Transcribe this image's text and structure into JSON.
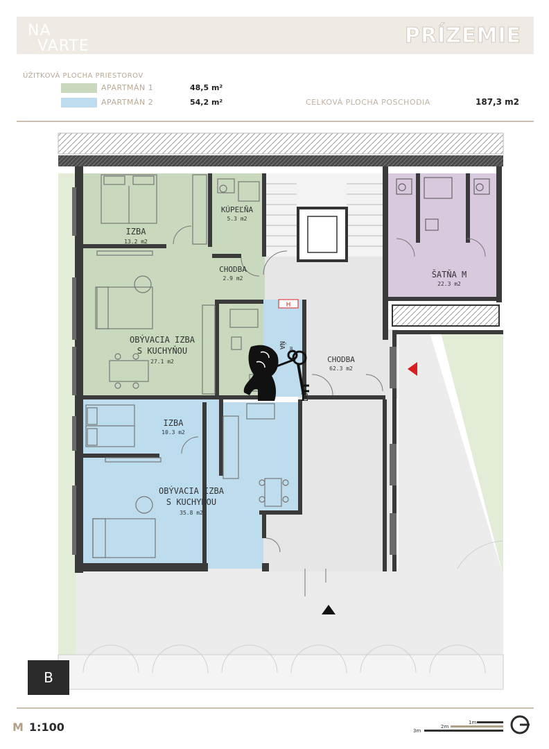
{
  "header": {
    "logo_line1": "NA",
    "logo_line2": "VARTE",
    "floor_title": "PRÍZEMIE"
  },
  "legend": {
    "title": "ÚŽITKOVÁ PLOCHA PRIESTOROV",
    "items": [
      {
        "label": "APARTMÁN 1",
        "value": "48,5 m²",
        "color": "#c8d9bd"
      },
      {
        "label": "APARTMÁN 2",
        "value": "54,2 m²",
        "color": "#bddcee"
      }
    ],
    "total_label": "CELKOVÁ PLOCHA POSCHODIA",
    "total_value": "187,3 m2"
  },
  "colors": {
    "apartment1": "#c8d9bd",
    "apartment2": "#bddcee",
    "changing_room": "#d8c9df",
    "corridor": "#e6e6e6",
    "outdoor": "#ececec",
    "green_strip": "#e3ecd6",
    "wall": "#3a3a3a",
    "arrow_red": "#d82020",
    "arrow_black": "#111111"
  },
  "rooms": {
    "izba1": {
      "name": "IZBA",
      "area": "13.2 m2"
    },
    "kupelna": {
      "name": "KÚPEĽŇA",
      "area": "5.3 m2"
    },
    "chodba1": {
      "name": "CHODBA",
      "area": "2.9 m2"
    },
    "obyvacia1": {
      "line1": "OBÝVACIA IZBA",
      "line2": "S KUCHYŇOU",
      "area": "27.1 m2"
    },
    "chodba2": {
      "name": "CHODBA",
      "area": "62.3 m2"
    },
    "satna": {
      "name": "ŠATŇA M",
      "area": "22.3 m2"
    },
    "izba2": {
      "name": "IZBA",
      "area": "10.3 m2"
    },
    "obyvacia2": {
      "line1": "OBÝVACIA IZBA",
      "line2": "S KUCHYŇOU",
      "area": "35.8 m2"
    },
    "bath_partial": {
      "name": "ŇA",
      "area": "m2"
    }
  },
  "hydrant_label": "H",
  "watermark_letter": "E",
  "block_label": "B",
  "scale": {
    "prefix": "M",
    "ratio": "1:100",
    "marks": [
      "3m",
      "2m",
      "1m"
    ]
  },
  "icons": {
    "north": "north-arrow-icon",
    "entrance": "entrance-arrow-icon",
    "watermark": "lion-key-watermark-icon"
  }
}
